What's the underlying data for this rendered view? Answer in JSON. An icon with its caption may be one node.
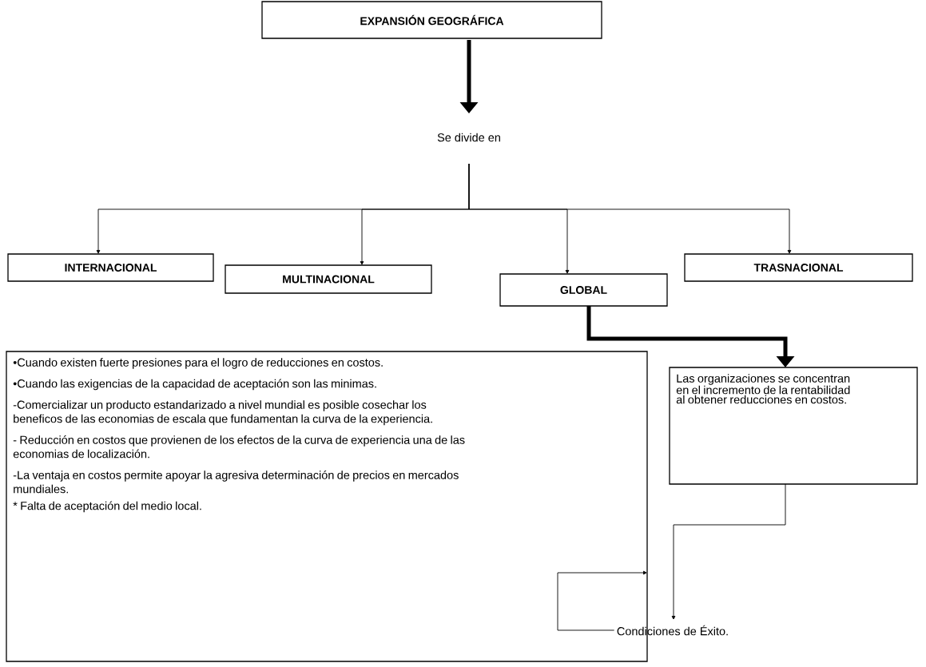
{
  "diagram": {
    "nodes": [
      {
        "text": [
          "EXPANSIÓN GEOGRÁFICA"
        ]
      },
      {
        "text": [
          "Se divide en"
        ]
      },
      {
        "text": [
          "INTERNACIONAL"
        ]
      },
      {
        "text": [
          "MULTINACIONAL"
        ]
      },
      {
        "text": [
          "GLOBAL"
        ]
      },
      {
        "text": [
          "TRASNACIONAL"
        ]
      },
      {
        "text": [
          "Las organizaciones se concentran en el incremento de la rentabilidad al obtener reducciones en costos."
        ]
      },
      {
        "text": [
          "Condiciones de Éxito."
        ]
      },
      {
        "text": [
          "•Cuando existen fuerte presiones para el logro de reducciones en costos.",
          "•Cuando las exigencias de la capacidad de aceptación son las minimas.",
          "-Comercializar un producto estandarizado a nivel mundial es posible cosechar los beneficos de las economias de escala que fundamentan la curva de la experiencia.",
          "- Reducción en costos que provienen de los efectos de la curva de experiencia una de las economias de localización.",
          "-La ventaja en costos permite apoyar la agresiva determinación de precios en mercados mundiales.",
          "* Falta de aceptación del medio local."
        ]
      }
    ],
    "edges": [
      {
        "from": 0,
        "to": 1,
        "arrow": "to",
        "style": "thick"
      },
      {
        "from": 1,
        "to": 2,
        "arrow": "to"
      },
      {
        "from": 1,
        "to": 3,
        "arrow": "to"
      },
      {
        "from": 1,
        "to": 4,
        "arrow": "to"
      },
      {
        "from": 1,
        "to": 5,
        "arrow": "to"
      },
      {
        "from": 4,
        "to": 6,
        "arrow": "to",
        "style": "thick"
      },
      {
        "from": 6,
        "to": 7,
        "arrow": "to"
      },
      {
        "from": 7,
        "to": 8,
        "arrow": "to"
      }
    ]
  }
}
